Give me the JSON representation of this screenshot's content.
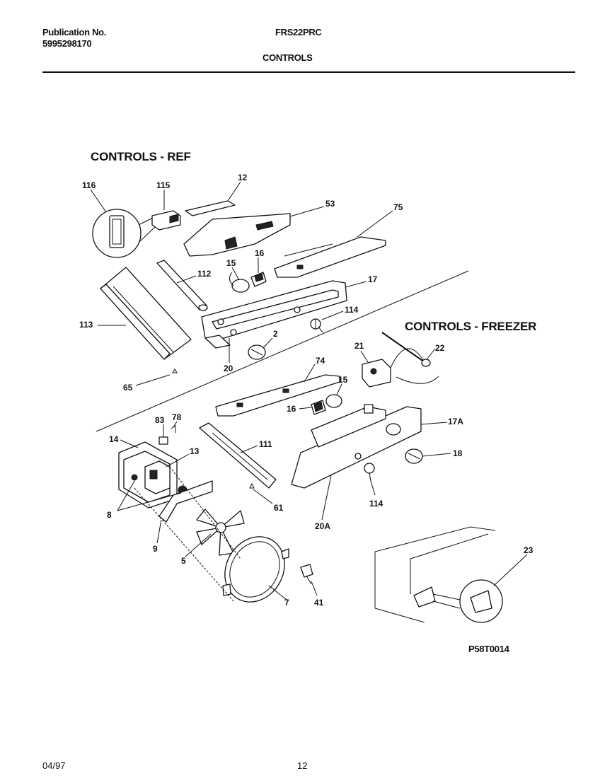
{
  "header": {
    "publication_label": "Publication No.",
    "publication_number": "5995298170",
    "model": "FRS22PRC",
    "section": "CONTROLS"
  },
  "diagram": {
    "title_ref": "CONTROLS - REF",
    "title_freezer": "CONTROLS - FREEZER",
    "part_labels": {
      "p116": "116",
      "p115": "115",
      "p12": "12",
      "p53": "53",
      "p75": "75",
      "p16a": "16",
      "p15": "15",
      "p112": "112",
      "p17": "17",
      "p114a": "114",
      "p113": "113",
      "p2": "2",
      "p20": "20",
      "p65": "65",
      "p74": "74",
      "p21": "21",
      "p22": "22",
      "p15b": "15",
      "p16b": "16",
      "p83": "83",
      "p78": "78",
      "p14": "14",
      "p13": "13",
      "p111": "111",
      "p17a": "17A",
      "p18": "18",
      "p8": "8",
      "p61": "61",
      "p20a": "20A",
      "p114b": "114",
      "p9": "9",
      "p5": "5",
      "p41": "41",
      "p7": "7",
      "p23": "23"
    },
    "drawing_code": "P58T0014"
  },
  "footer": {
    "date": "04/97",
    "page": "12"
  }
}
